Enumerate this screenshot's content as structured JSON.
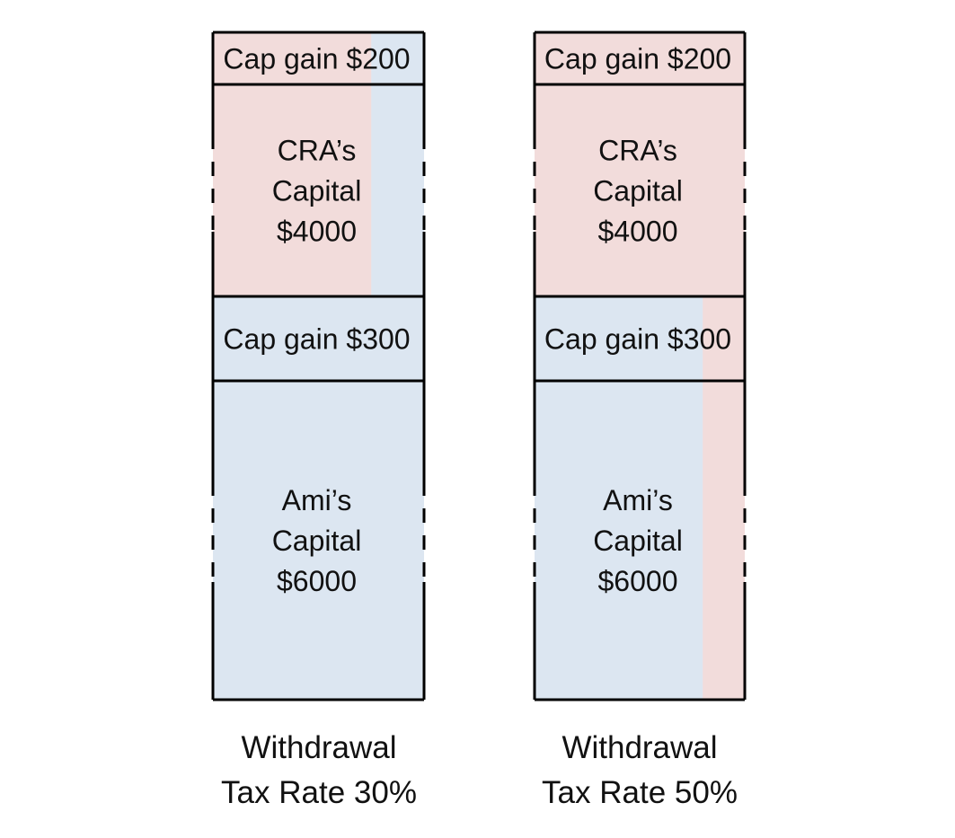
{
  "colors": {
    "cra_pink": "#f2dcdb",
    "ami_blue": "#dce6f1",
    "outline": "#000000"
  },
  "columns": [
    {
      "id": "left",
      "caption_line1": "Withdrawal",
      "caption_line2": "Tax Rate 30%",
      "tax_rate_percent": 30,
      "blocks": [
        {
          "key": "cra_gain",
          "lines": [
            "Cap gain $200"
          ],
          "pink_fraction": 0.75
        },
        {
          "key": "cra_capital",
          "lines": [
            "CRA’s",
            "Capital",
            "$4000"
          ],
          "pink_fraction": 0.75
        },
        {
          "key": "ami_gain",
          "lines": [
            "Cap gain $300"
          ],
          "pink_fraction": 0
        },
        {
          "key": "ami_capital",
          "lines": [
            "Ami’s",
            "Capital",
            "$6000"
          ],
          "pink_fraction": 0
        }
      ]
    },
    {
      "id": "right",
      "caption_line1": "Withdrawal",
      "caption_line2": "Tax Rate 50%",
      "tax_rate_percent": 50,
      "blocks": [
        {
          "key": "cra_gain",
          "lines": [
            "Cap gain $200"
          ],
          "pink_fraction": 1
        },
        {
          "key": "cra_capital",
          "lines": [
            "CRA’s",
            "Capital",
            "$4000"
          ],
          "pink_fraction": 1
        },
        {
          "key": "ami_gain",
          "lines": [
            "Cap gain $300"
          ],
          "pink_fraction": 0.2
        },
        {
          "key": "ami_capital",
          "lines": [
            "Ami’s",
            "Capital",
            "$6000"
          ],
          "pink_fraction": 0.2
        }
      ]
    }
  ]
}
